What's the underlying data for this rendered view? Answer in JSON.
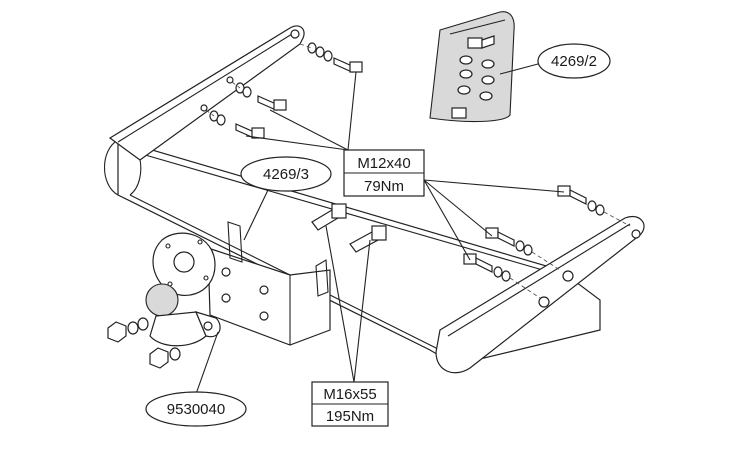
{
  "labels": {
    "kit_bracket": "4269/2",
    "kit_main": "4269/3",
    "tow_ball": "9530040",
    "bolt_small_size": "M12x40",
    "bolt_small_torque": "79Nm",
    "bolt_large_size": "M16x55",
    "bolt_large_torque": "195Nm"
  }
}
